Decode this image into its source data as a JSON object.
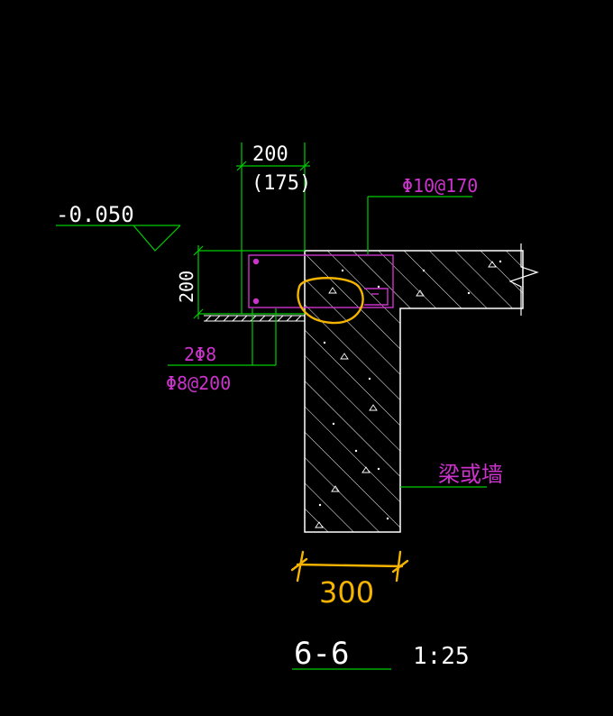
{
  "labels": {
    "dim_top_primary": "200",
    "dim_top_secondary": "(175)",
    "level_mark": "-0.050",
    "dim_left": "200",
    "slab_rebar": "Φ10@170",
    "ledge_rebar_long": "2Φ8",
    "ledge_rebar_stirrup": "Φ8@200",
    "wall_label": "梁或墙",
    "wall_width_annotation": "300",
    "section_title": "6-6",
    "scale": "1:25"
  },
  "colors": {
    "background": "#000000",
    "dimension_line": "#00cc00",
    "outline": "#ffffff",
    "rebar_text": "#cc33cc",
    "rebar_line": "#cc33cc",
    "markup": "#f5b400"
  }
}
